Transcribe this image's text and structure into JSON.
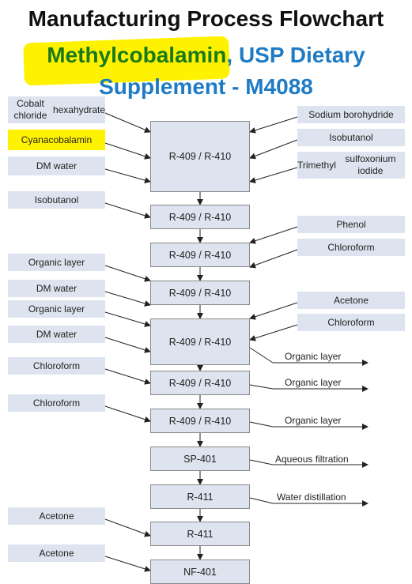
{
  "header": {
    "title": "Manufacturing Process Flowchart",
    "subtitle_highlight": "Methylcobalamin",
    "subtitle_rest": ", USP Dietary",
    "subtitle_line2": "Supplement - M4088"
  },
  "left_inputs": [
    {
      "text": "Cobalt chloride\nhexahydrate"
    },
    {
      "text": "Cyanacobalamin",
      "highlight": true
    },
    {
      "text": "DM water"
    },
    {
      "text": "Isobutanol"
    },
    {
      "text": "Organic layer"
    },
    {
      "text": "DM water"
    },
    {
      "text": "Organic layer"
    },
    {
      "text": "DM water"
    },
    {
      "text": "Chloroform"
    },
    {
      "text": "Chloroform"
    },
    {
      "text": "Acetone"
    },
    {
      "text": "Acetone"
    }
  ],
  "right_inputs": [
    {
      "text": "Sodium borohydride"
    },
    {
      "text": "Isobutanol"
    },
    {
      "text": "Trimethyl\nsulfoxonium iodide"
    },
    {
      "text": "Phenol"
    },
    {
      "text": "Chloroform"
    },
    {
      "text": "Acetone"
    },
    {
      "text": "Chloroform"
    }
  ],
  "process_boxes": [
    {
      "text": "R-409 / R-410"
    },
    {
      "text": "R-409 / R-410"
    },
    {
      "text": "R-409 / R-410"
    },
    {
      "text": "R-409 / R-410"
    },
    {
      "text": "R-409 / R-410"
    },
    {
      "text": "R-409 / R-410"
    },
    {
      "text": "R-409 / R-410"
    },
    {
      "text": "SP-401"
    },
    {
      "text": "R-411"
    },
    {
      "text": "R-411"
    },
    {
      "text": "NF-401"
    }
  ],
  "outputs": [
    {
      "text": "Organic layer"
    },
    {
      "text": "Organic layer"
    },
    {
      "text": "Organic layer"
    },
    {
      "text": "Aqueous filtration"
    },
    {
      "text": "Water distillation"
    }
  ],
  "colors": {
    "box_fill": "#dde4ef",
    "highlight": "#fff200",
    "title_blue": "#1f7bc4",
    "title_green": "#1a7a1a"
  }
}
